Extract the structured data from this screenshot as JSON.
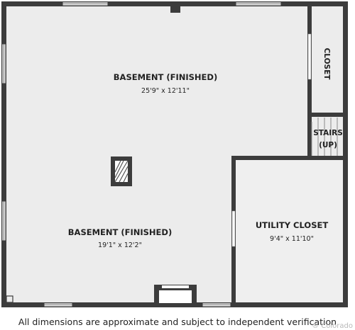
{
  "rooms": {
    "basement_upper": {
      "name": "BASEMENT (FINISHED)",
      "dimensions": "25'9\" x 12'11\""
    },
    "basement_lower": {
      "name": "BASEMENT (FINISHED)",
      "dimensions": "19'1\" x 12'2\""
    },
    "closet": {
      "name": "CLOSET"
    },
    "stairs": {
      "line1": "STAIRS",
      "line2": "(UP)"
    },
    "utility_closet": {
      "name": "UTILITY CLOSET",
      "dimensions": "9'4\" x 11'10\""
    }
  },
  "disclaimer": "All dimensions are approximate and subject to independent verification",
  "watermark": "® Colorado",
  "colors": {
    "wall": "#3c3c3c",
    "floor": "#ececec",
    "text": "#222222"
  }
}
